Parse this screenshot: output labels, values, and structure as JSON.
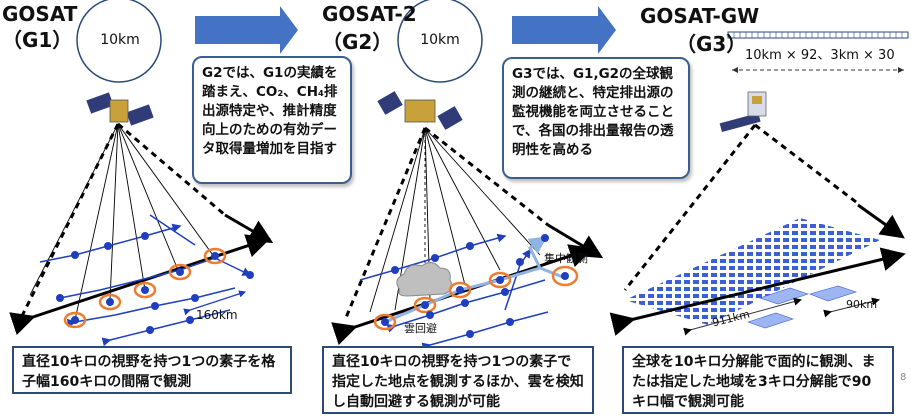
{
  "g1": {
    "title": "GOSAT",
    "code": "（G1）",
    "fov": "10km",
    "spacing": "160km",
    "description": "直径10キロの視野を持つ1つの素子を格子幅160キロの間隔で観測"
  },
  "g2": {
    "title": "GOSAT-2",
    "code": "（G2）",
    "fov": "10km",
    "callout": "G2では、G1の実績を踏まえ、CO₂、CH₄排出源特定や、推計精度向上のための有効データ取得量増加を目指す",
    "focus_label": "集中観測",
    "cloud_label": "雲回避",
    "description": "直径10キロの視野を持つ1つの素子で指定した地点を観測するほか、雲を検知し自動回避する観測が可能"
  },
  "g3": {
    "title": "GOSAT-GW",
    "code": "（G3）",
    "pixels": "10km × 92、3km × 30",
    "callout": "G3では、G1,G2の全球観測の継続と、特定排出源の監視機能を両立させることで、各国の排出量報告の透明性を高める",
    "swath_label": "911km",
    "small_swath_label": "90km",
    "description": "全球を10キロ分解能で面的に観測、または指定した地域を3キロ分解能で90キロ幅で観測可能"
  },
  "page_number": "8",
  "colors": {
    "arrow_blue": "#4472c4",
    "track_blue": "#1f3fbf",
    "orange": "#ed7d31",
    "box_border": "#2b4a7a"
  }
}
